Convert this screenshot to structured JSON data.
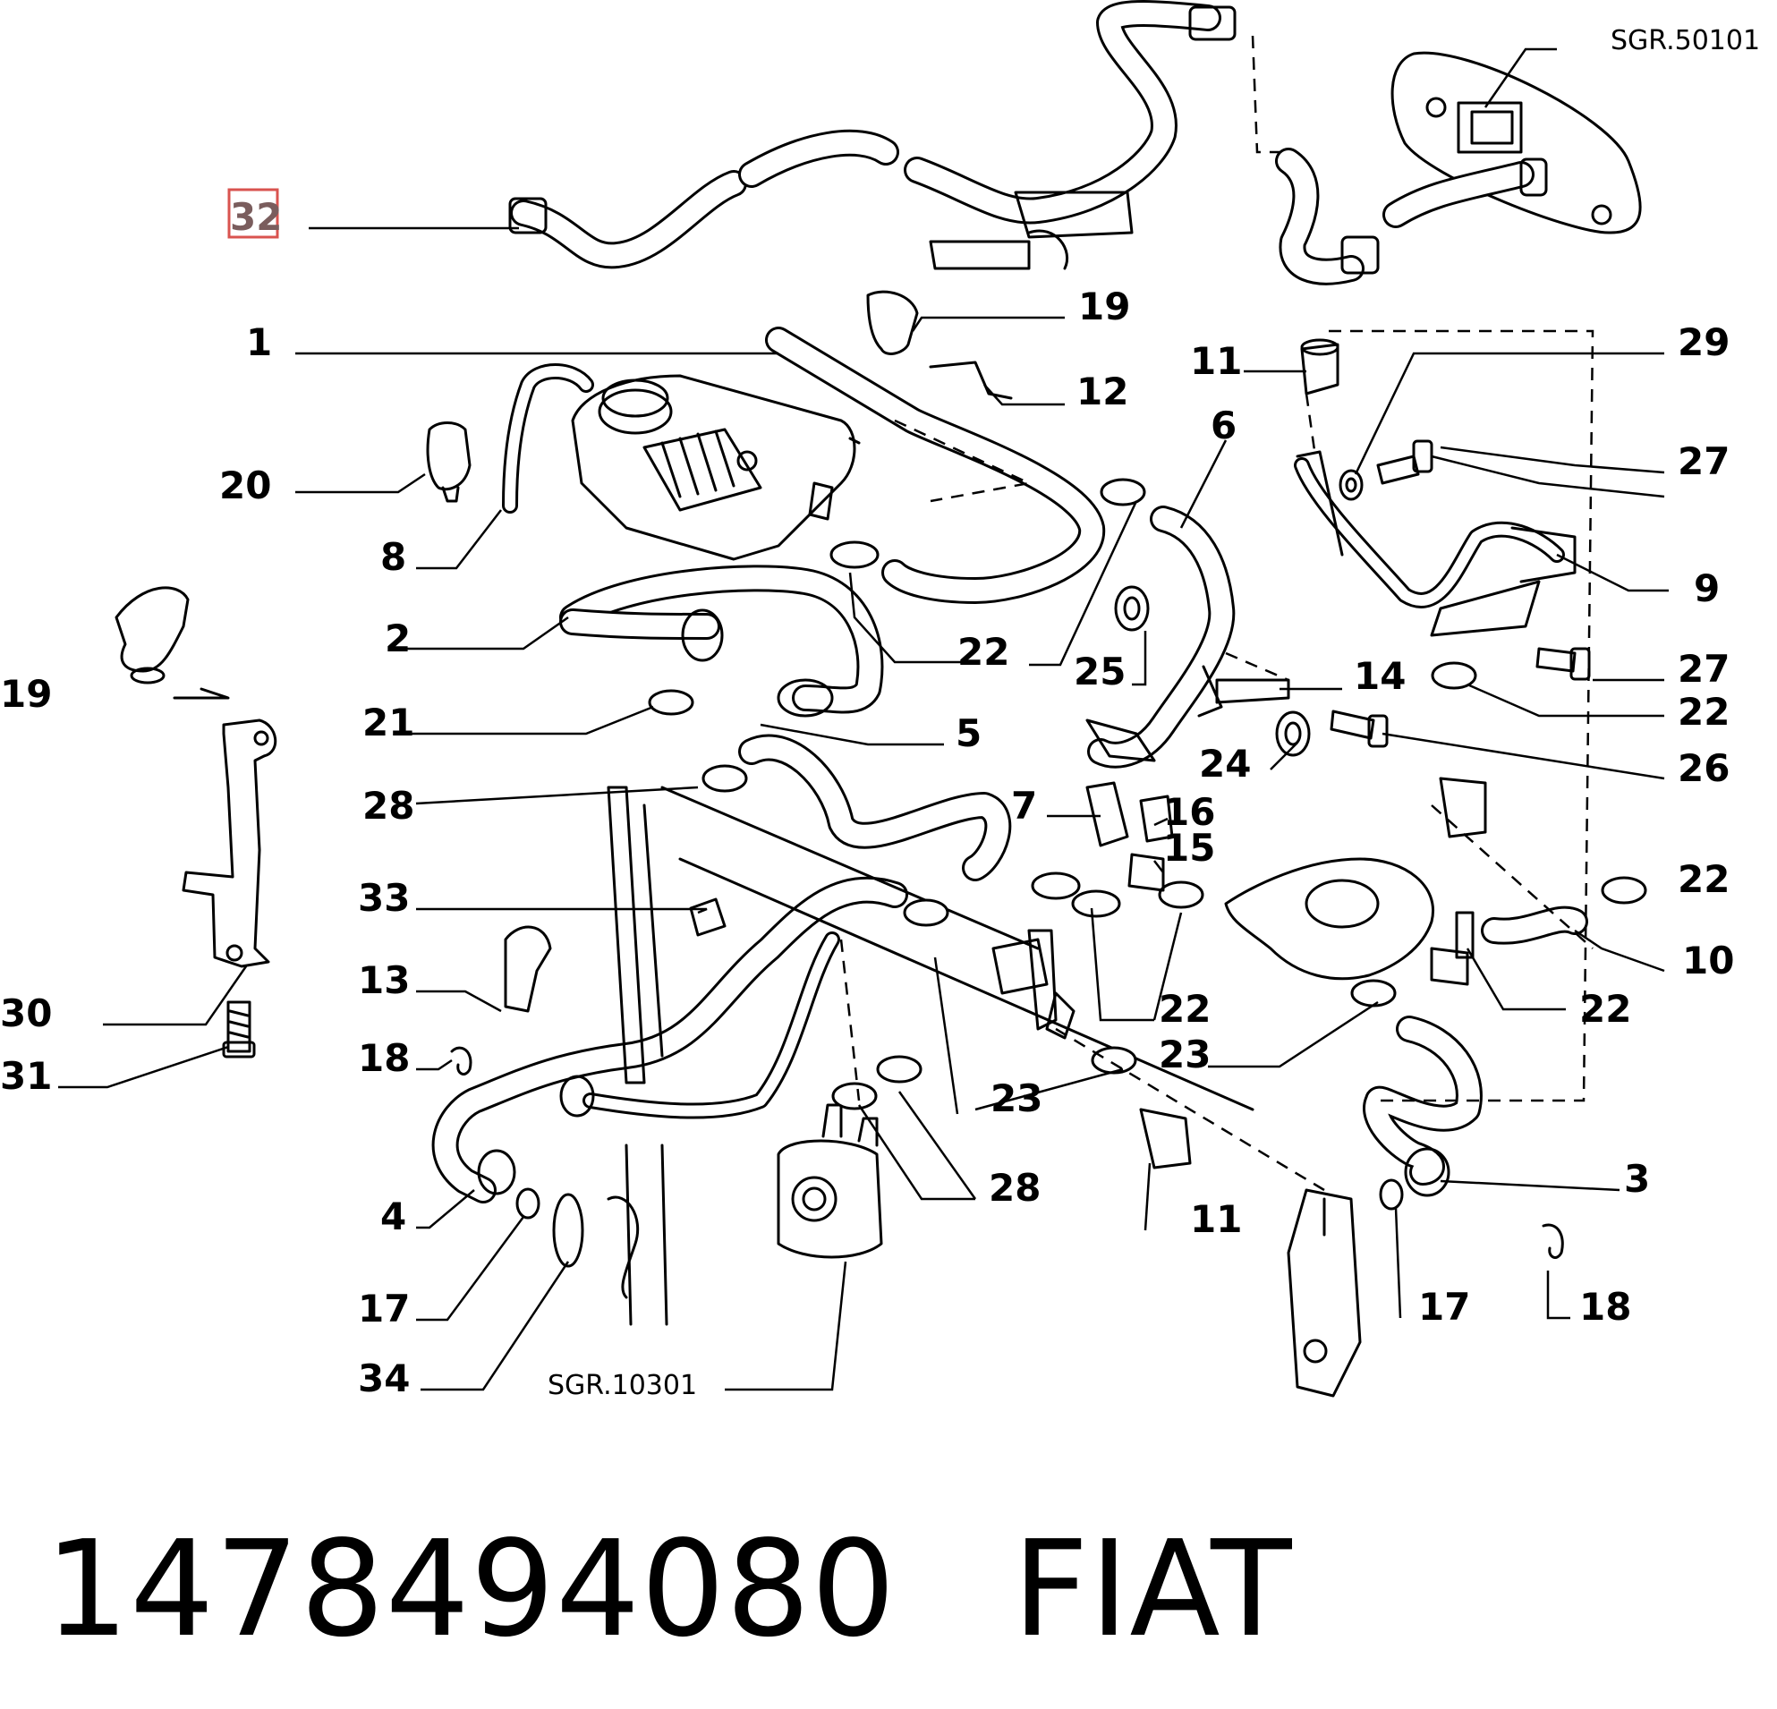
{
  "highlight_color": "#d9534f",
  "callouts": {
    "c32": "32",
    "c1": "1",
    "c19a": "19",
    "c19b": "19",
    "c12": "12",
    "c20": "20",
    "c8": "8",
    "c2": "2",
    "c21": "21",
    "c22a": "22",
    "c22b": "22",
    "c22c": "22",
    "c22d": "22",
    "c22e": "22",
    "c22f": "22",
    "c11a": "11",
    "c11b": "11",
    "c29": "29",
    "c27a": "27",
    "c27b": "27",
    "c6": "6",
    "c9": "9",
    "c25": "25",
    "c14": "14",
    "c26": "26",
    "c24": "24",
    "c5": "5",
    "c28a": "28",
    "c28b": "28",
    "c7": "7",
    "c16": "16",
    "c15": "15",
    "c33": "33",
    "c13": "13",
    "c10": "10",
    "c30": "30",
    "c31": "31",
    "c18a": "18",
    "c18b": "18",
    "c23a": "23",
    "c23b": "23",
    "c23c": "23",
    "c3": "3",
    "c4": "4",
    "c17a": "17",
    "c17b": "17",
    "c34": "34"
  },
  "references": {
    "top_right": "SGR.50101",
    "bottom": "SGR.10301"
  },
  "footer": {
    "part_number": "1478494080",
    "brand": "FIAT"
  }
}
